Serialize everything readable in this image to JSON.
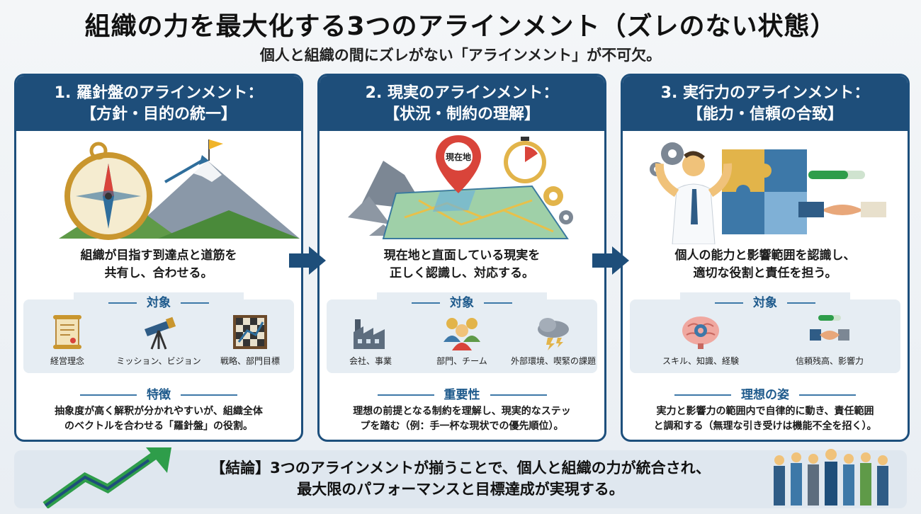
{
  "header": {
    "title": "組織の力を最大化する3つのアラインメント（ズレのない状態）",
    "subtitle": "個人と組織の間にズレがない「アラインメント」が不可欠。"
  },
  "panels": [
    {
      "title_line1": "1. 羅針盤のアラインメント：",
      "title_line2": "【方針・目的の統一】",
      "desc_line1": "組織が目指す到達点と道筋を",
      "desc_line2": "共有し、合わせる。",
      "targets_label": "対象",
      "targets": [
        "経営理念",
        "ミッション、ビジョン",
        "戦略、部門目標"
      ],
      "feature_label": "特徴",
      "feature_line1": "抽象度が高く解釈が分かれやすいが、組織全体",
      "feature_line2": "のベクトルを合わせる「羅針盤」の役割。"
    },
    {
      "title_line1": "2. 現実のアラインメント：",
      "title_line2": "【状況・制約の理解】",
      "pin_text": "現在地",
      "desc_line1": "現在地と直面している現実を",
      "desc_line2": "正しく認識し、対応する。",
      "targets_label": "対象",
      "targets": [
        "会社、事業",
        "部門、チーム",
        "外部環境、喫緊の課題"
      ],
      "feature_label": "重要性",
      "feature_line1": "理想の前提となる制約を理解し、現実的なステッ",
      "feature_line2": "プを踏む（例：手一杯な現状での優先順位）。"
    },
    {
      "title_line1": "3. 実行力のアラインメント：",
      "title_line2": "【能力・信頼の合致】",
      "desc_line1": "個人の能力と影響範囲を認識し、",
      "desc_line2": "適切な役割と責任を担う。",
      "targets_label": "対象",
      "targets": [
        "スキル、知識、経験",
        "信頼残高、影響力"
      ],
      "feature_label": "理想の姿",
      "feature_line1": "実力と影響力の範囲内で自律的に動き、責任範囲",
      "feature_line2": "と調和する（無理な引き受けは機能不全を招く）。"
    }
  ],
  "conclusion": {
    "line1": "【結論】3つのアラインメントが揃うことで、個人と組織の力が統合され、",
    "line2": "最大限のパフォーマンスと目標達成が実現する。"
  },
  "colors": {
    "navy": "#1e4e7a",
    "accent_blue": "#3d78a8",
    "gold": "#e2b44a",
    "red": "#d9443a",
    "green": "#2e9d4a"
  }
}
